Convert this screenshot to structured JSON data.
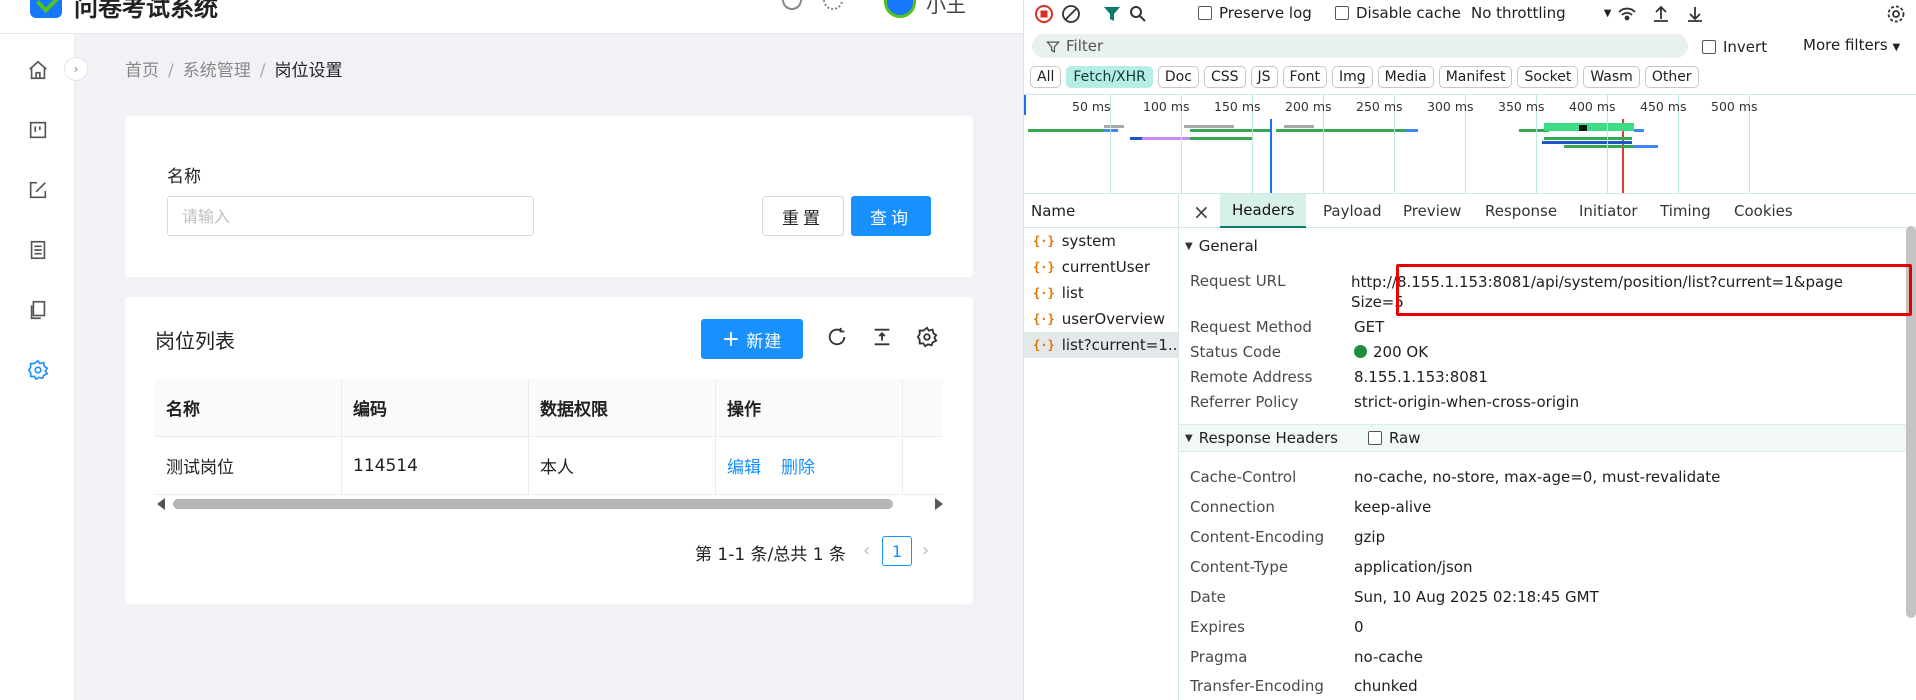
{
  "app": {
    "title": "问卷考试系统",
    "user_name": "小王",
    "breadcrumb": [
      "首页",
      "系统管理",
      "岗位设置"
    ],
    "search": {
      "label": "名称",
      "placeholder": "请输入",
      "value": "",
      "reset_label": "重置",
      "query_label": "查询"
    },
    "table": {
      "title": "岗位列表",
      "new_label": "新建",
      "columns": [
        "名称",
        "编码",
        "数据权限",
        "操作"
      ],
      "rows": [
        {
          "name": "测试岗位",
          "code": "114514",
          "scope": "本人",
          "edit": "编辑",
          "delete": "删除"
        }
      ],
      "pager_total": "第 1-1 条/总共 1 条",
      "page": "1"
    },
    "colors": {
      "primary": "#1890ff",
      "logo_check": "#52c41a"
    }
  },
  "devtools": {
    "toolbar": {
      "preserve_log": "Preserve log",
      "disable_cache": "Disable cache",
      "throttling": "No throttling"
    },
    "filter": {
      "placeholder": "Filter",
      "invert": "Invert",
      "more_filters": "More filters"
    },
    "types": [
      "All",
      "Fetch/XHR",
      "Doc",
      "CSS",
      "JS",
      "Font",
      "Img",
      "Media",
      "Manifest",
      "Socket",
      "Wasm",
      "Other"
    ],
    "active_type": "Fetch/XHR",
    "timeline_labels": [
      "50 ms",
      "100 ms",
      "150 ms",
      "200 ms",
      "250 ms",
      "300 ms",
      "350 ms",
      "400 ms",
      "450 ms",
      "500 ms"
    ],
    "name_header": "Name",
    "requests": [
      "system",
      "currentUser",
      "list",
      "userOverview",
      "list?current=1..."
    ],
    "selected_request": "list?current=1...",
    "detail_tabs": [
      "Headers",
      "Payload",
      "Preview",
      "Response",
      "Initiator",
      "Timing",
      "Cookies"
    ],
    "active_tab": "Headers",
    "general_title": "General",
    "general": [
      {
        "key": "Request URL",
        "value": "http://8.155.1.153:8081/api/system/position/list?current=1&pageSize=5"
      },
      {
        "key": "Request Method",
        "value": "GET"
      },
      {
        "key": "Status Code",
        "value": "200 OK"
      },
      {
        "key": "Remote Address",
        "value": "8.155.1.153:8081"
      },
      {
        "key": "Referrer Policy",
        "value": "strict-origin-when-cross-origin"
      }
    ],
    "response_headers_title": "Response Headers",
    "raw_label": "Raw",
    "response_headers": [
      {
        "key": "Cache-Control",
        "value": "no-cache, no-store, max-age=0, must-revalidate"
      },
      {
        "key": "Connection",
        "value": "keep-alive"
      },
      {
        "key": "Content-Encoding",
        "value": "gzip"
      },
      {
        "key": "Content-Type",
        "value": "application/json"
      },
      {
        "key": "Date",
        "value": "Sun, 10 Aug 2025 02:18:45 GMT"
      },
      {
        "key": "Expires",
        "value": "0"
      },
      {
        "key": "Pragma",
        "value": "no-cache"
      },
      {
        "key": "Transfer-Encoding",
        "value": "chunked"
      }
    ],
    "colors": {
      "status_ok": "#1e8e3e",
      "highlight": "#e60000",
      "active_chip": "#b6ede4"
    }
  }
}
